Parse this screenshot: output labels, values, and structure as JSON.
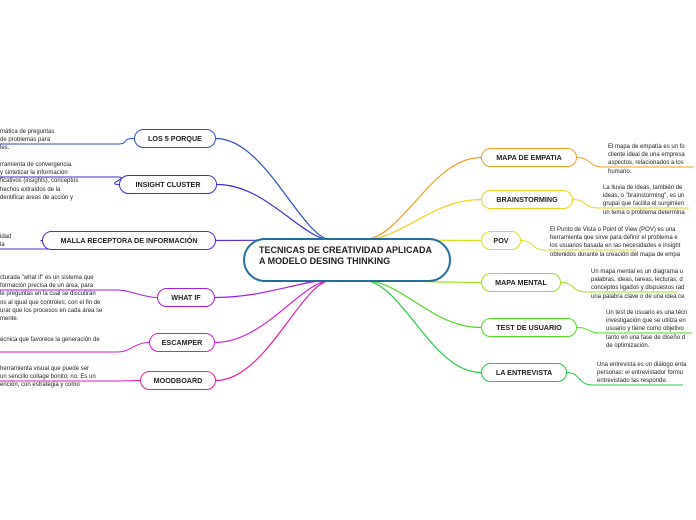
{
  "central": {
    "title": "TECNICAS DE CREATIVIDAD APLICADA A MODELO DESING THINKING"
  },
  "right_topics": [
    {
      "label": "MAPA DE EMPATIA",
      "color": "#f0a020",
      "note": "El mapa de empatía es un fo\ncliente ideal de una empresa\naspectos, relacionados a los\nhumano."
    },
    {
      "label": "BRAINSTORMING",
      "color": "#f2d21a",
      "note": "La lluvia de ideas, también de\nideas, o \"brainstorming\", es un\ngrupal que facilita el surgimien\nun tema o problema determina"
    },
    {
      "label": "POV",
      "color": "#d9e21a",
      "note": "El Punto de Vista o Point of View (POV) es una\nherramienta que sirve para definir el problema e\nlos usuarios basada en las necesidades e insight\nobtenidos durante la creación del mapa de empa"
    },
    {
      "label": "MAPA MENTAL",
      "color": "#9ee21a",
      "note": "Un mapa mental es un diagrama u\npalabras, ideas, tareas, lecturas, d\nconceptos ligados y dispuestos rad\nuna palabra clave o de una idea ce"
    },
    {
      "label": "TEST DE USUARIO",
      "color": "#4fdc1e",
      "note": "Un test de usuario es una técn\ninvestigación que se utiliza en\nusuario y tiene como objetivo\ntanto en una fase de diseño d\nde optimización."
    },
    {
      "label": "LA ENTREVISTA",
      "color": "#22cc44",
      "note": "Una entrevista es un diálogo enta\npersonas: el entrevistador formu\nentrevistado las responde."
    }
  ],
  "left_topics": [
    {
      "label": "LOS 5 PORQUE",
      "color": "#2b4fc6",
      "note": "mática de preguntas\nde problemas para\nles."
    },
    {
      "label": "INSIGHT CLUSTER",
      "color": "#3a2ed0",
      "note": "rramienta de convergencia.\ny sintetizar la información\nficativos (insights), conceptos\nhechos extraídos de la\ndentificar áreas de acción y"
    },
    {
      "label": "MALLA RECEPTORA DE INFORMACIÓN",
      "color": "#5a2bd0",
      "note": "idad\nla"
    },
    {
      "label": "WHAT IF",
      "color": "#a21fe0",
      "note": "cturada \"what if\" es un sistema que\nformación precisa de un área, para\nle preguntas en la cual se discutirán\nos al igual que controles; con el fin de\nurar que los procesos en cada área se\nmente."
    },
    {
      "label": "ESCAMPER",
      "color": "#d21fd6",
      "note": "écnica que favorece la generación de"
    },
    {
      "label": "MOODBOARD",
      "color": "#e01fa8",
      "note": "herramienta visual que puede ser\nun sencillo collage bonito, no. Es un\nención, con estrategia y como"
    }
  ]
}
